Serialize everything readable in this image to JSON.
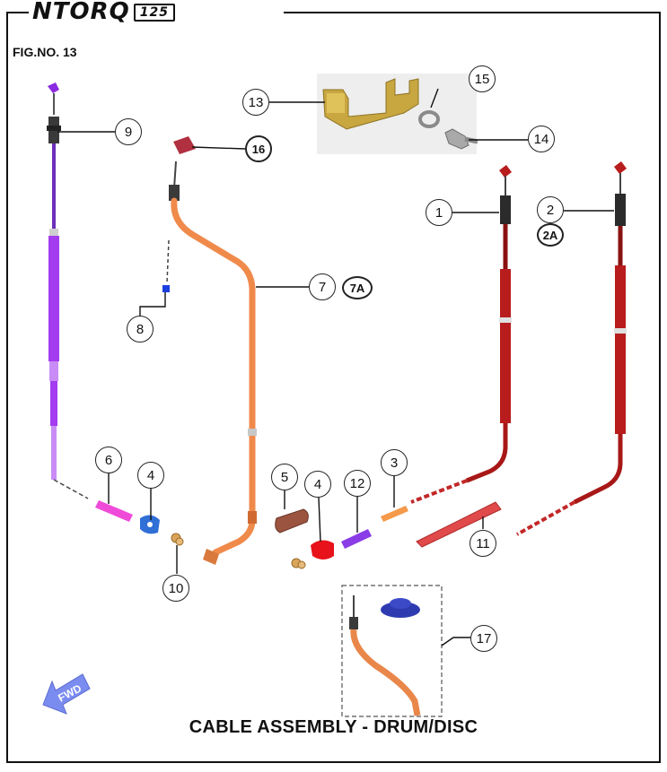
{
  "brand": {
    "name": "NTORQ",
    "model": "125"
  },
  "figure_label": "FIG.NO. 13",
  "caption": "CABLE ASSEMBLY  - DRUM/DISC",
  "direction_label": "FWD",
  "callouts": {
    "c1": "1",
    "c2": "2",
    "c2a": "2A",
    "c3": "3",
    "c4a": "4",
    "c4b": "4",
    "c5": "5",
    "c6": "6",
    "c7": "7",
    "c7a": "7A",
    "c8": "8",
    "c9": "9",
    "c10": "10",
    "c11": "11",
    "c12": "12",
    "c13": "13",
    "c14": "14",
    "c15": "15",
    "c16": "16",
    "c17": "17"
  },
  "colors": {
    "purple_cable": "#a43cf0",
    "orange_cable": "#f08a4b",
    "red_cable": "#b81c1c",
    "bracket_gold": "#c8a640",
    "blue_part": "#2f6fd6",
    "navy_part": "#2e3bb0",
    "red_part": "#e8121a",
    "pink_part": "#f04ad9",
    "brown_part": "#9a5440",
    "fwd_arrow": "#7a8cf0"
  }
}
